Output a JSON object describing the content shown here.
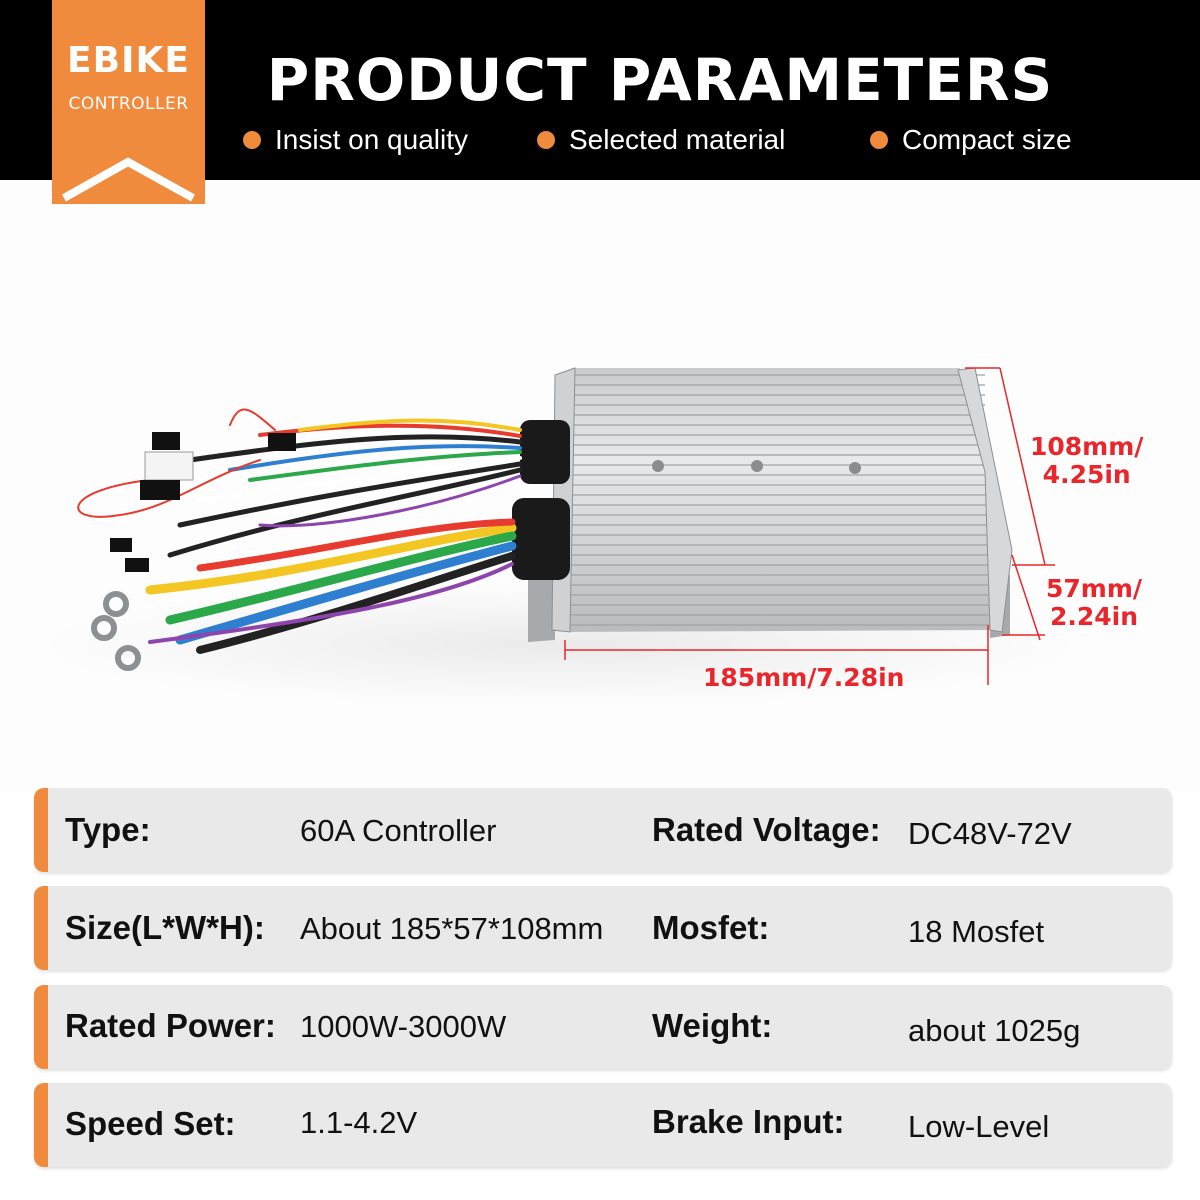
{
  "header": {
    "badge_title": "EBIKE",
    "badge_subtitle": "CONTROLLER",
    "title": "PRODUCT  PARAMETERS",
    "features": [
      "Insist on quality",
      "Selected material",
      "Compact size"
    ]
  },
  "dimensions": {
    "height_label": "108mm/\n4.25in",
    "width_label": "57mm/\n2.24in",
    "length_label": "185mm/7.28in"
  },
  "specs": [
    {
      "label": "Type:",
      "value": "60A  Controller",
      "label2": "Rated Voltage:",
      "value2": "DC48V-72V"
    },
    {
      "label": "Size(L*W*H):",
      "value": "About 185*57*108mm",
      "label2": "Mosfet:",
      "value2": "18 Mosfet"
    },
    {
      "label": "Rated Power:",
      "value": "1000W-3000W",
      "label2": "Weight:",
      "value2": "about 1025g"
    },
    {
      "label": "Speed Set:",
      "value": "1.1-4.2V",
      "label2": "Brake Input:",
      "value2": "Low-Level"
    }
  ],
  "colors": {
    "accent": "#f08a3c",
    "header_bg": "#000000",
    "dimension": "#e8262b",
    "row_bg": "#e9e9e9"
  }
}
